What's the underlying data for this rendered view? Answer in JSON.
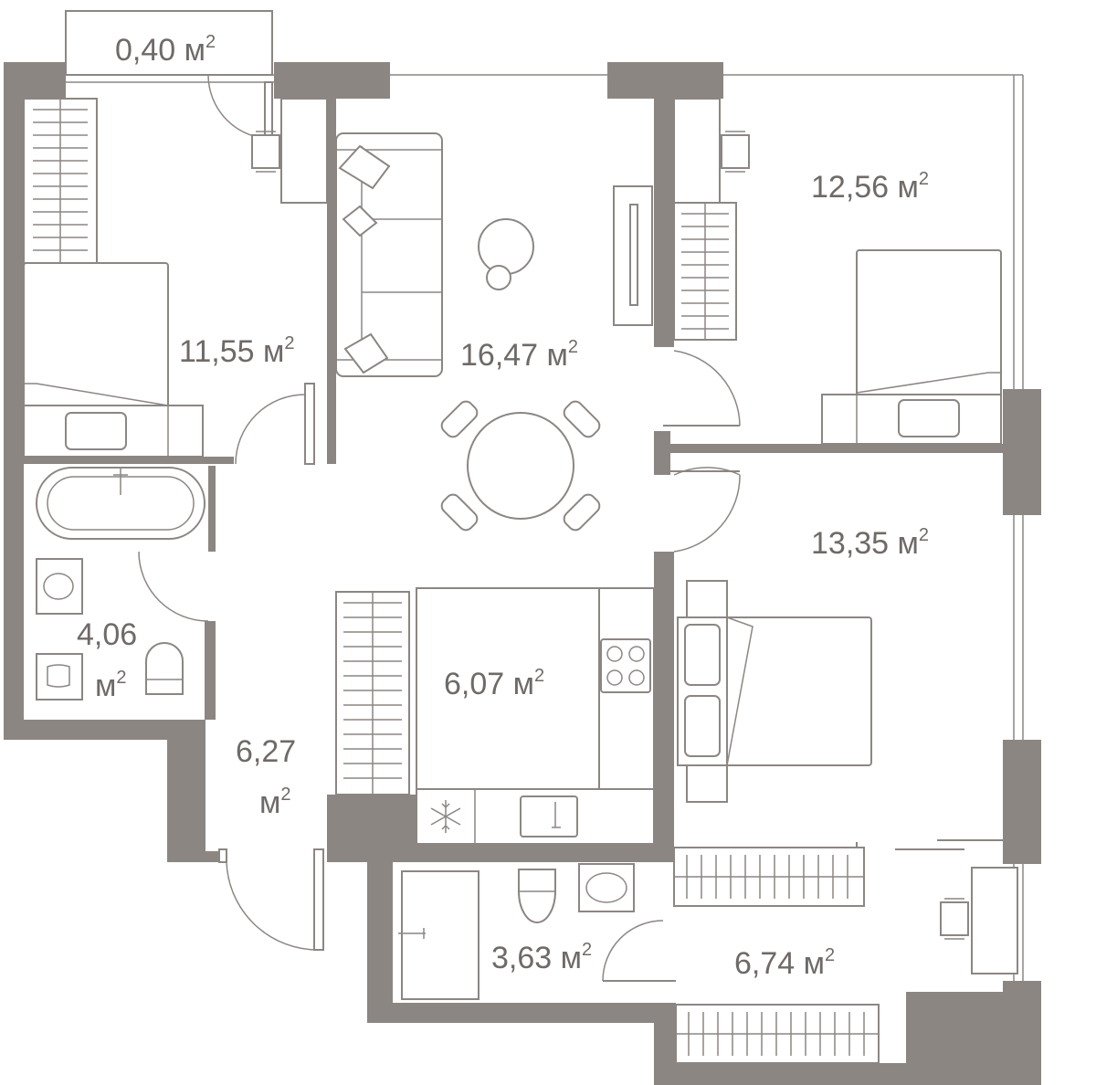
{
  "floor_plan": {
    "rooms": [
      {
        "id": "balcony",
        "area": "0,40",
        "unit": "м",
        "exp": "2"
      },
      {
        "id": "bedroom-nw",
        "area": "11,55",
        "unit": "м",
        "exp": "2"
      },
      {
        "id": "living",
        "area": "16,47",
        "unit": "м",
        "exp": "2"
      },
      {
        "id": "bedroom-ne",
        "area": "12,56",
        "unit": "м",
        "exp": "2"
      },
      {
        "id": "bedroom-e",
        "area": "13,35",
        "unit": "м",
        "exp": "2"
      },
      {
        "id": "bathroom",
        "area": "4,06",
        "unit": "м",
        "exp": "2"
      },
      {
        "id": "hall",
        "area": "6,27",
        "unit": "м",
        "exp": "2"
      },
      {
        "id": "kitchen",
        "area": "6,07",
        "unit": "м",
        "exp": "2"
      },
      {
        "id": "wc",
        "area": "3,63",
        "unit": "м",
        "exp": "2"
      },
      {
        "id": "study",
        "area": "6,74",
        "unit": "м",
        "exp": "2"
      }
    ],
    "colors": {
      "wall": "#8c8683",
      "label": "#6f6a67",
      "background": "#ffffff"
    }
  }
}
